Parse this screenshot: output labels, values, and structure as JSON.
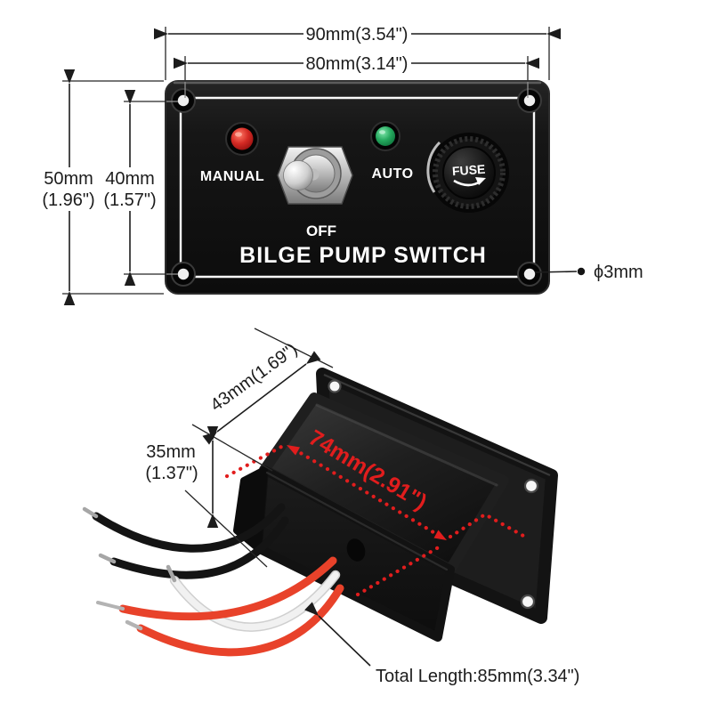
{
  "front_view": {
    "title": "BILGE PUMP SWITCH",
    "labels": {
      "manual": "MANUAL",
      "auto": "AUTO",
      "off": "OFF",
      "fuse": "FUSE"
    },
    "dimensions": {
      "outer_width": "90mm(3.54\")",
      "inner_width": "80mm(3.14\")",
      "outer_height_mm": "50mm",
      "outer_height_in": "(1.96\")",
      "inner_height_mm": "40mm",
      "inner_height_in": "(1.57\")",
      "hole_diameter": "ϕ3mm"
    },
    "colors": {
      "panel": "#141414",
      "manual_led": "#c62020",
      "auto_led": "#1ea558"
    }
  },
  "rear_view": {
    "dimensions": {
      "flange_depth": "43mm(1.69\")",
      "body_height_mm": "35mm",
      "body_height_in": "(1.37\")",
      "body_length": "74mm(2.91\")",
      "total_length": "Total Length:85mm(3.34\")"
    },
    "colors": {
      "dimension_red": "#e11d1d",
      "wire_red": "#e8422a",
      "wire_black": "#141414",
      "wire_white": "#f1f1f1"
    }
  }
}
